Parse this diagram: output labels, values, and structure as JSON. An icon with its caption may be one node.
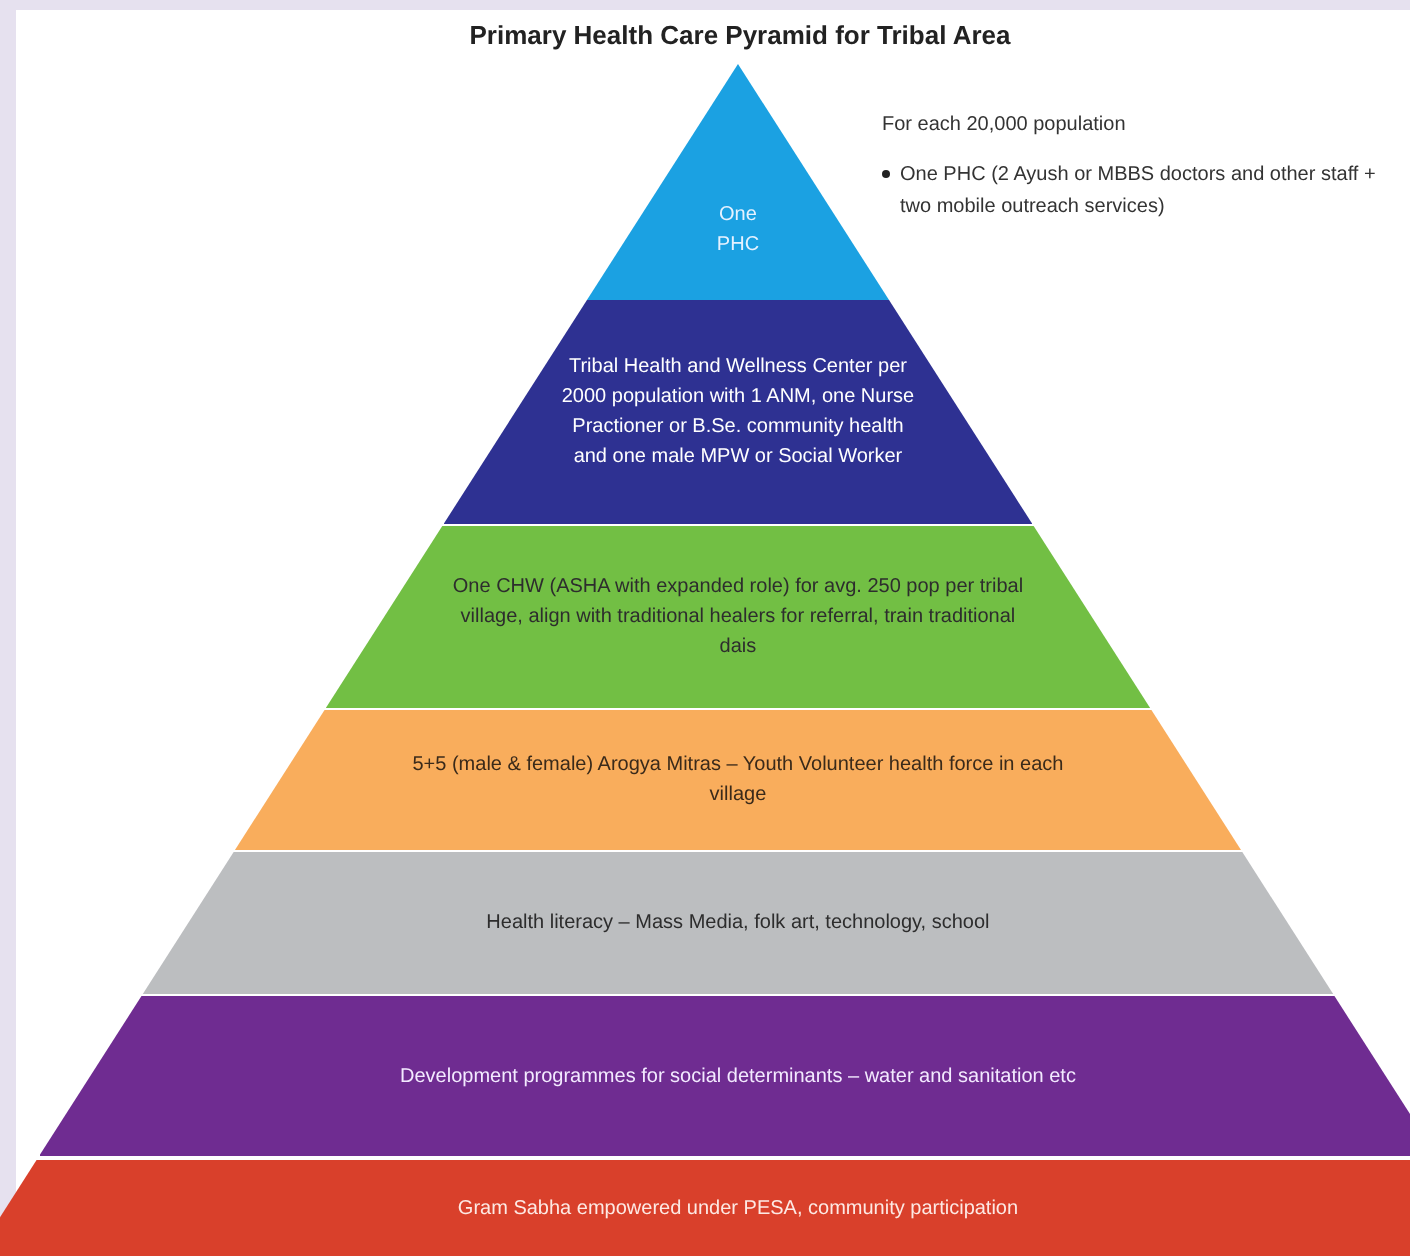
{
  "diagram": {
    "title": "Primary Health Care Pyramid for Tribal Area",
    "nodes": [
      {
        "text": [
          "One PHC"
        ]
      },
      {
        "text": [
          "Tribal Health and Wellness Center per 2000 population with 1 ANM, one Nurse Practioner or B.Se. community health and one male MPW or Social Worker"
        ]
      },
      {
        "text": [
          "One CHW (ASHA with expanded role) for avg. 250 pop per tribal village, align with traditional healers for referral, train traditional dais"
        ]
      },
      {
        "text": [
          "5+5 (male & female) Arogya Mitras – Youth Volunteer health force in each village"
        ]
      },
      {
        "text": [
          "Health literacy – Mass Media, folk art, technology, school"
        ]
      },
      {
        "text": [
          "Development programmes for social determinants – water and sanitation etc"
        ]
      },
      {
        "text": [
          "Gram Sabha empowered under PESA, community participation"
        ]
      }
    ],
    "labels": [
      "For each 20,000 population",
      "One PHC (2 Ayush or MBBS doctors and other staff + two mobile outreach services)"
    ]
  }
}
